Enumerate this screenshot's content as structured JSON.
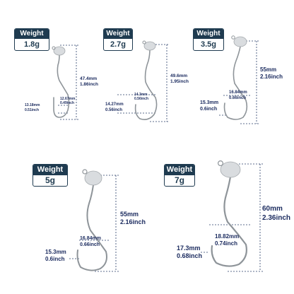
{
  "colors": {
    "badge_bg": "#1f3b50",
    "badge_border": "#1f3b50",
    "dimension_text": "#1a2a5e",
    "dim_line": "#2a3f6a",
    "hook_metal": "#8e9499",
    "lead_head": "#d9dcdf"
  },
  "products": [
    {
      "weight_label": "Weight",
      "weight": "1.8g",
      "length_mm": "47.4mm",
      "length_in": "1.86inch",
      "gap_mm": "12.67mm",
      "gap_in": "0.49inch",
      "bend_mm": "13.18mm",
      "bend_in": "0.51inch"
    },
    {
      "weight_label": "Weight",
      "weight": "2.7g",
      "length_mm": "49.6mm",
      "length_in": "1.95inch",
      "gap_mm": "14.3mm",
      "gap_in": "0.56inch",
      "bend_mm": "14.27mm",
      "bend_in": "0.56inch"
    },
    {
      "weight_label": "Weight",
      "weight": "3.5g",
      "length_mm": "55mm",
      "length_in": "2.16inch",
      "gap_mm": "16.84mm",
      "gap_in": "0.66inch",
      "bend_mm": "15.3mm",
      "bend_in": "0.6inch"
    },
    {
      "weight_label": "Weight",
      "weight": "5g",
      "length_mm": "55mm",
      "length_in": "2.16inch",
      "gap_mm": "16.84mm",
      "gap_in": "0.66inch",
      "bend_mm": "15.3mm",
      "bend_in": "0.6inch"
    },
    {
      "weight_label": "Weight",
      "weight": "7g",
      "length_mm": "60mm",
      "length_in": "2.36inch",
      "gap_mm": "18.82mm",
      "gap_in": "0.74inch",
      "bend_mm": "17.3mm",
      "bend_in": "0.68inch"
    }
  ]
}
